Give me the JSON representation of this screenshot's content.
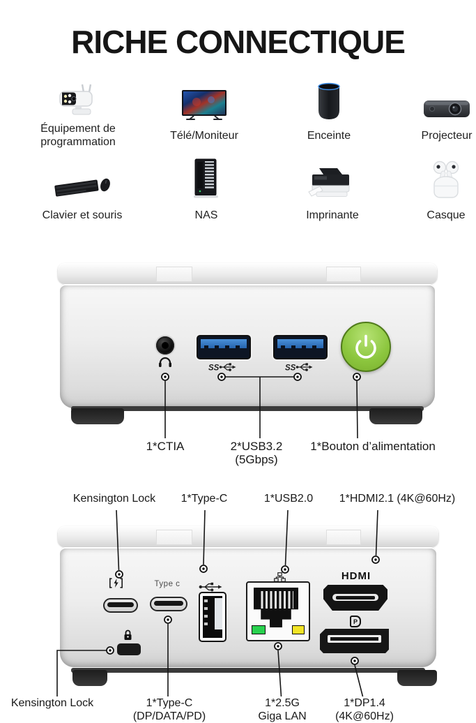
{
  "title": "RICHE CONNECTIQUE",
  "devices": {
    "items": [
      {
        "icon": "security-camera",
        "label_line1": "Équipement de",
        "label_line2": "programmation"
      },
      {
        "icon": "tv-monitor",
        "label_line1": "Télé/Moniteur",
        "label_line2": ""
      },
      {
        "icon": "smart-speaker",
        "label_line1": "Enceinte",
        "label_line2": ""
      },
      {
        "icon": "projector",
        "label_line1": "Projecteur",
        "label_line2": ""
      },
      {
        "icon": "keyboard-mouse",
        "label_line1": "Clavier et souris",
        "label_line2": ""
      },
      {
        "icon": "nas-server",
        "label_line1": "NAS",
        "label_line2": ""
      },
      {
        "icon": "printer",
        "label_line1": "Imprinante",
        "label_line2": ""
      },
      {
        "icon": "earbuds",
        "label_line1": "Casque",
        "label_line2": ""
      }
    ]
  },
  "front_view": {
    "badges": {
      "usb_speed": "SS"
    },
    "labels": {
      "audio": "1*CTIA",
      "usb_line1": "2*USB3.2",
      "usb_line2": "(5Gbps)",
      "power": "1*Bouton d’alimentation"
    }
  },
  "rear_view": {
    "top_labels": [
      "Kensington Lock",
      "1*Type-C",
      "1*USB2.0",
      "1*HDMI2.1 (4K@60Hz)"
    ],
    "markings": {
      "type_c": "Type c",
      "hdmi": "HDMI",
      "dp_logo_letter": "P"
    },
    "bottom_labels": [
      {
        "line1": "Kensington Lock",
        "line2": ""
      },
      {
        "line1": "1*Type-C",
        "line2": "(DP/DATA/PD)"
      },
      {
        "line1": "1*2.5G",
        "line2": "Giga LAN"
      },
      {
        "line1": "1*DP1.4",
        "line2": "(4K@60Hz)"
      }
    ]
  },
  "colors": {
    "power_button_green": "#8cc63e",
    "usb3_blue": "#2e79c6",
    "lan_led_green": "#28d14e",
    "lan_led_yellow": "#f2e426",
    "speaker_ring_blue": "#3f8fe8"
  }
}
